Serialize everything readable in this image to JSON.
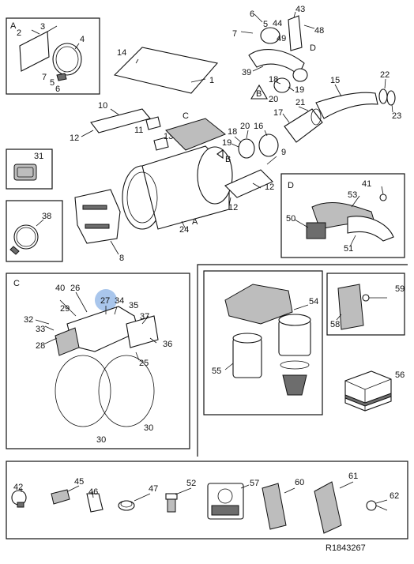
{
  "document_id": "R1843267",
  "inset_letters": {
    "a_box": "A",
    "a_main": "A",
    "b_main": "B",
    "b_triangle": "B",
    "c_main": "C",
    "c_box": "C",
    "d_main": "D",
    "d_box": "D"
  },
  "highlight": {
    "label": "27",
    "color": "#a9c6ec"
  },
  "callouts": {
    "n1": "1",
    "n2": "2",
    "n3": "3",
    "n4": "4",
    "n5a": "5",
    "n5b": "5",
    "n6a": "6",
    "n6b": "6",
    "n7a": "7",
    "n7b": "7",
    "n8": "8",
    "n9": "9",
    "n10": "10",
    "n11": "11",
    "n12a": "12",
    "n12b": "12",
    "n12c": "12",
    "n13": "13",
    "n14": "14",
    "n15": "15",
    "n16": "16",
    "n17": "17",
    "n18a": "18",
    "n18b": "18",
    "n19a": "19",
    "n19b": "19",
    "n20a": "20",
    "n20b": "20",
    "n21": "21",
    "n22": "22",
    "n23": "23",
    "n24": "24",
    "n25": "25",
    "n26": "26",
    "n27": "27",
    "n28": "28",
    "n29": "29",
    "n30a": "30",
    "n30b": "30",
    "n31": "31",
    "n32": "32",
    "n33": "33",
    "n34": "34",
    "n35": "35",
    "n36": "36",
    "n37": "37",
    "n38": "38",
    "n39": "39",
    "n40": "40",
    "n41": "41",
    "n42": "42",
    "n43": "43",
    "n44": "44",
    "n45": "45",
    "n46": "46",
    "n47": "47",
    "n48": "48",
    "n49": "49",
    "n50": "50",
    "n51": "51",
    "n52": "52",
    "n53": "53",
    "n54": "54",
    "n55": "55",
    "n56": "56",
    "n57": "57",
    "n58": "58",
    "n59": "59",
    "n60": "60",
    "n61": "61",
    "n62": "62"
  }
}
